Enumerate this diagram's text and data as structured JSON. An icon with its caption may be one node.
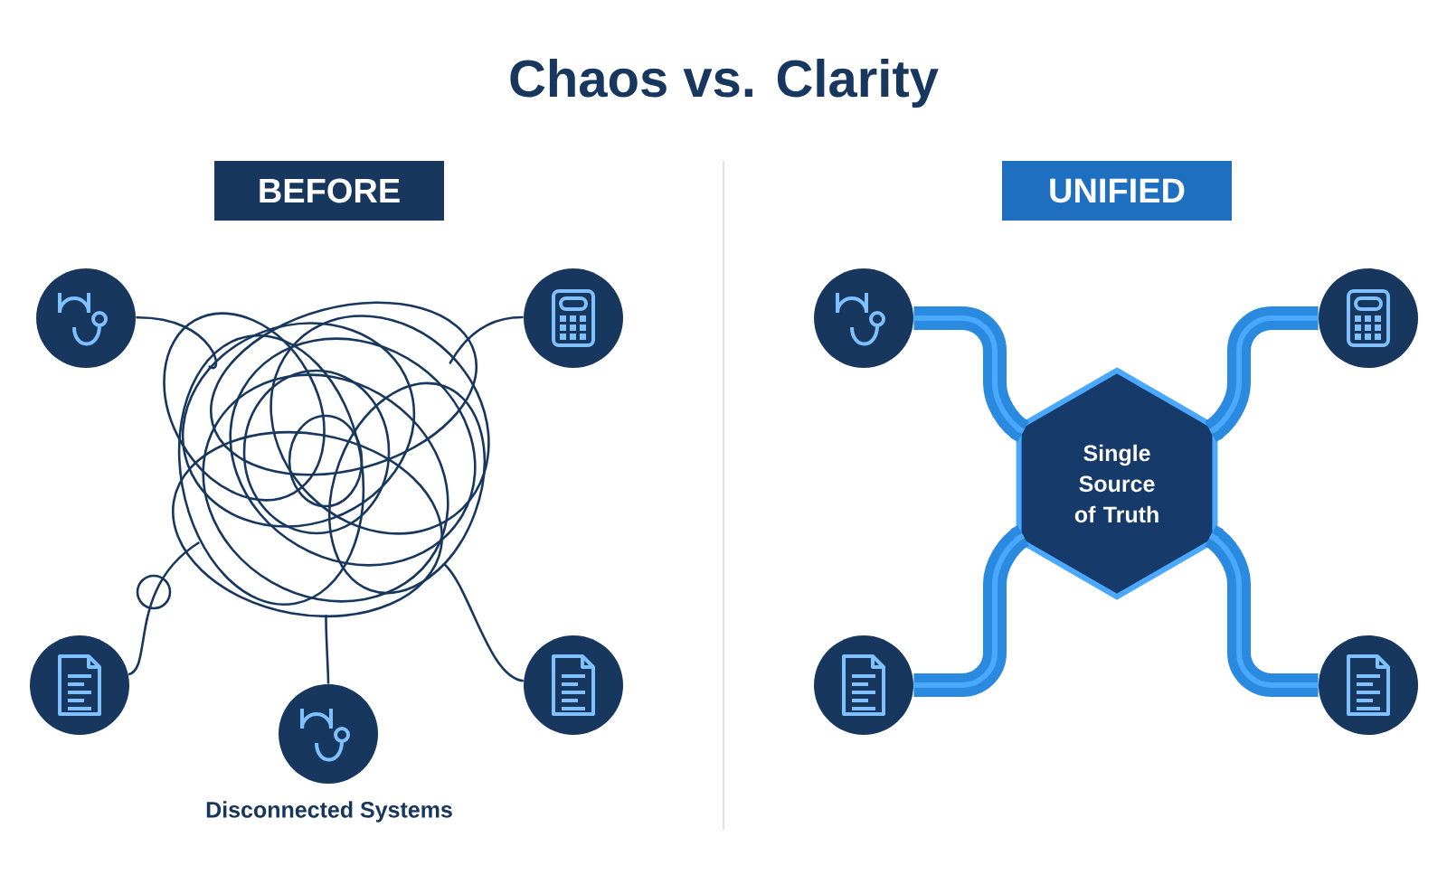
{
  "diagram": {
    "title": "Chaos vs. Clarity",
    "nodes": [
      {
        "text": [
          "BEFORE"
        ]
      },
      {
        "text": [
          "UNIFIED"
        ]
      },
      {
        "text": [],
        "shape": "circle"
      },
      {
        "text": [],
        "shape": "circle"
      },
      {
        "text": [],
        "shape": "circle"
      },
      {
        "text": [],
        "shape": "circle",
        "beside": [
          "Disconnected Systems"
        ]
      },
      {
        "text": [],
        "shape": "circle"
      },
      {
        "text": [],
        "shape": "tangle"
      },
      {
        "text": [],
        "shape": "circle"
      },
      {
        "text": [],
        "shape": "circle"
      },
      {
        "text": [
          "Single Source of Truth"
        ]
      },
      {
        "text": [],
        "shape": "circle"
      },
      {
        "text": [],
        "shape": "circle"
      }
    ],
    "edges": [
      {
        "from": 2,
        "to": 7,
        "arrow": "none"
      },
      {
        "from": 3,
        "to": 7,
        "arrow": "none"
      },
      {
        "from": 4,
        "to": 7,
        "arrow": "none"
      },
      {
        "from": 5,
        "to": 7,
        "arrow": "none"
      },
      {
        "from": 6,
        "to": 7,
        "arrow": "none"
      },
      {
        "from": 8,
        "to": 10,
        "arrow": "none",
        "style": "thick",
        "color": "#2a8ae0"
      },
      {
        "from": 9,
        "to": 10,
        "arrow": "none",
        "style": "thick",
        "color": "#2a8ae0"
      },
      {
        "from": 11,
        "to": 10,
        "arrow": "none",
        "style": "thick",
        "color": "#2a8ae0"
      },
      {
        "from": 12,
        "to": 10,
        "arrow": "none",
        "style": "thick",
        "color": "#2a8ae0"
      }
    ]
  }
}
